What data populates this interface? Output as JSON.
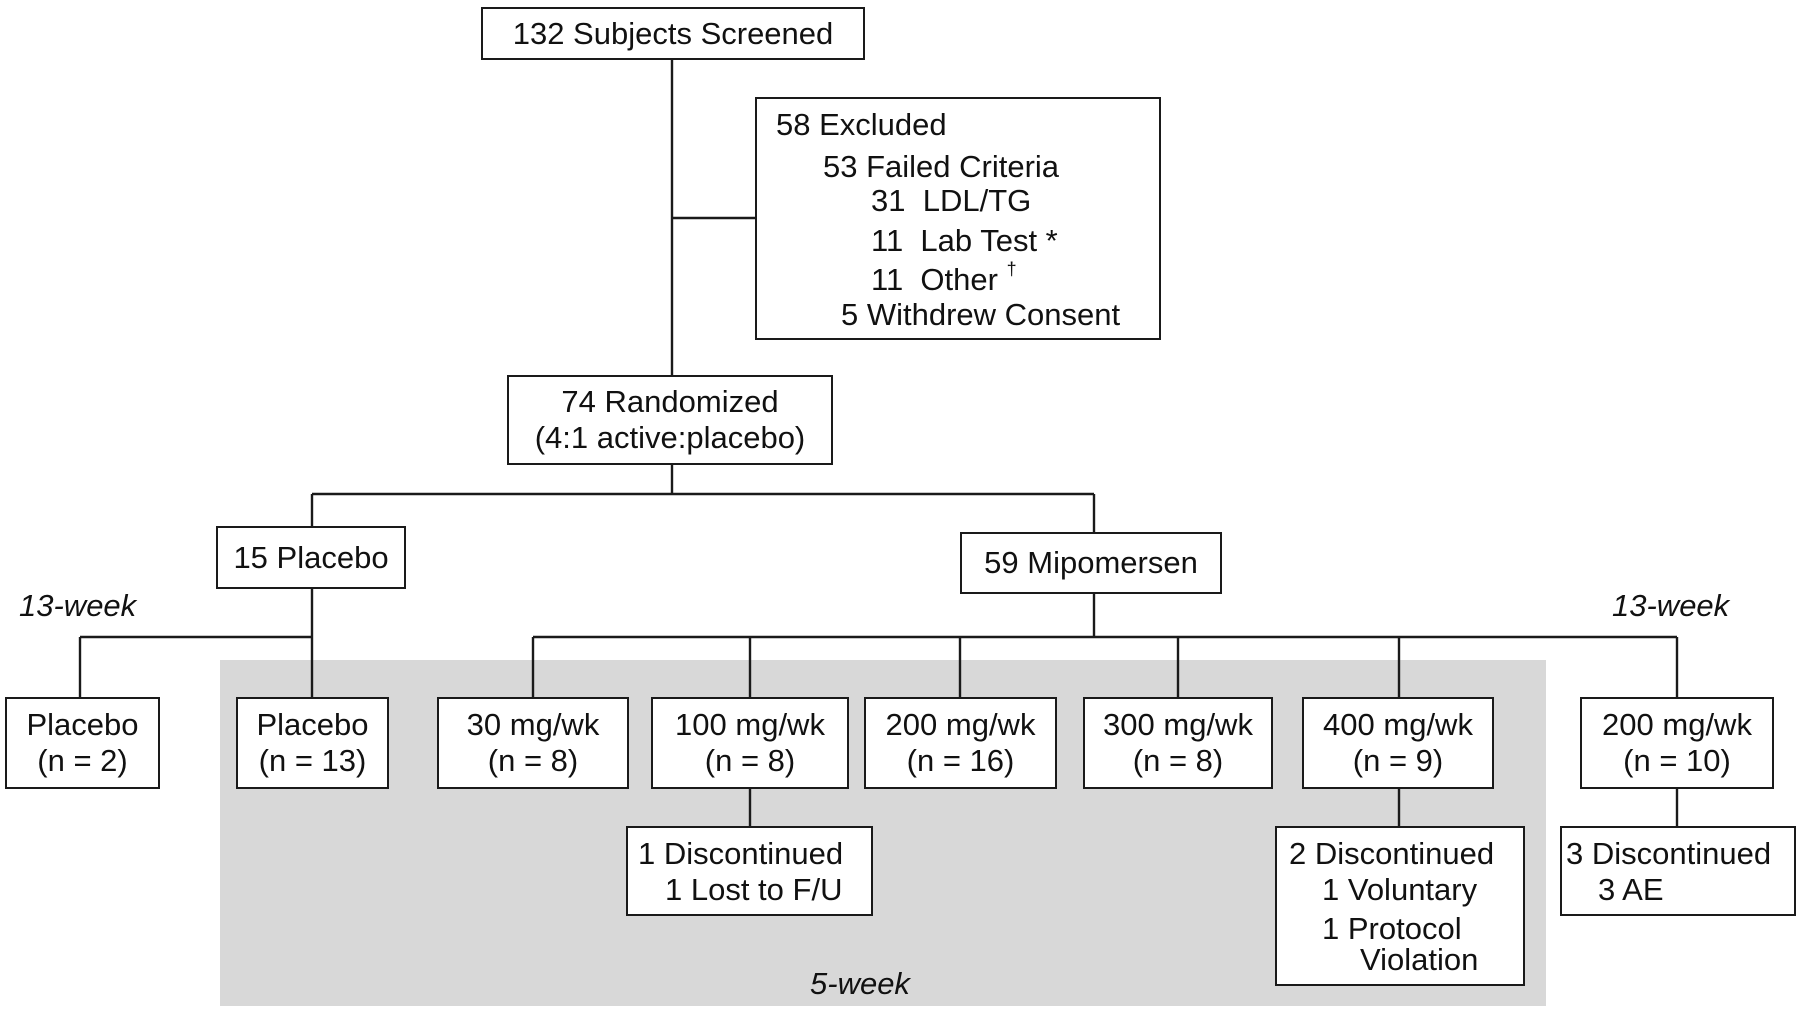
{
  "screened": {
    "text": "132 Subjects Screened"
  },
  "excluded": {
    "title": "58 Excluded",
    "failed": "53 Failed Criteria",
    "reasons": [
      {
        "count": "31",
        "label": "LDL/TG",
        "mark": ""
      },
      {
        "count": "11",
        "label": "Lab Test",
        "mark": " *"
      },
      {
        "count": "11",
        "label": "Other",
        "mark": "†"
      }
    ],
    "withdrew": "5 Withdrew Consent"
  },
  "randomized": {
    "line1": "74 Randomized",
    "line2": "(4:1 active:placebo)"
  },
  "placebo_group": {
    "text": "15 Placebo"
  },
  "mipomersen_group": {
    "text": "59 Mipomersen"
  },
  "periods": {
    "left_13": "13-week",
    "right_13": "13-week",
    "five": "5-week"
  },
  "arms": [
    {
      "line1": "Placebo",
      "line2": "(n = 2)"
    },
    {
      "line1": "Placebo",
      "line2": "(n = 13)"
    },
    {
      "line1": "30 mg/wk",
      "line2": "(n = 8)"
    },
    {
      "line1": "100 mg/wk",
      "line2": "(n = 8)"
    },
    {
      "line1": "200 mg/wk",
      "line2": "(n = 16)"
    },
    {
      "line1": "300 mg/wk",
      "line2": "(n = 8)"
    },
    {
      "line1": "400 mg/wk",
      "line2": "(n = 9)"
    },
    {
      "line1": "200 mg/wk",
      "line2": "(n = 10)"
    }
  ],
  "outcomes": {
    "arm_100": {
      "line1": "1 Discontinued",
      "line2": "1 Lost to F/U"
    },
    "arm_400": {
      "line1": "2 Discontinued",
      "line2": "1 Voluntary",
      "line3": "1 Protocol",
      "line4": "Violation"
    },
    "arm_200_13wk": {
      "line1": "3 Discontinued",
      "line2": "3 AE"
    }
  }
}
